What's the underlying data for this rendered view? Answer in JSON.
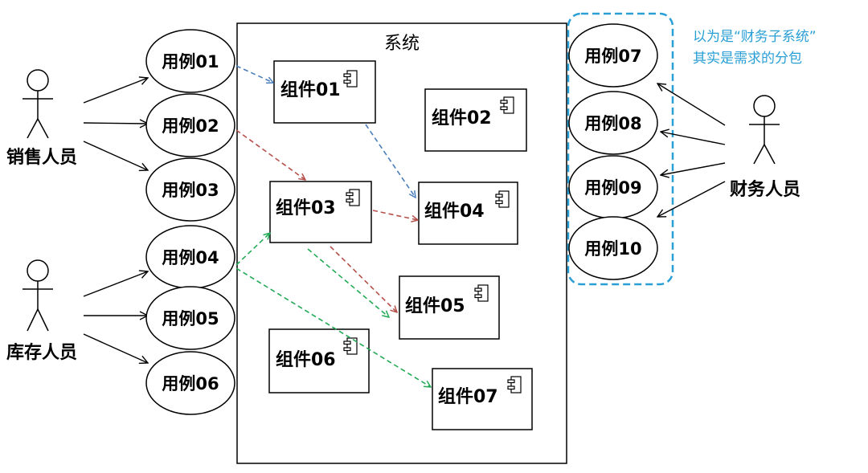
{
  "system": {
    "title": "系统"
  },
  "actors": {
    "sales": "销售人员",
    "inventory": "库存人员",
    "finance": "财务人员"
  },
  "use_cases": {
    "uc01": "用例01",
    "uc02": "用例02",
    "uc03": "用例03",
    "uc04": "用例04",
    "uc05": "用例05",
    "uc06": "用例06",
    "uc07": "用例07",
    "uc08": "用例08",
    "uc09": "用例09",
    "uc10": "用例10"
  },
  "components": {
    "c01": "组件01",
    "c02": "组件02",
    "c03": "组件03",
    "c04": "组件04",
    "c05": "组件05",
    "c06": "组件06",
    "c07": "组件07"
  },
  "annotation": {
    "line1": "以为是“财务子系统”",
    "line2": "其实是需求的分包"
  },
  "colors": {
    "blue": "#4a7ebb",
    "red": "#b5504a",
    "green": "#22aa55",
    "annotation": "#2a9fd6"
  }
}
